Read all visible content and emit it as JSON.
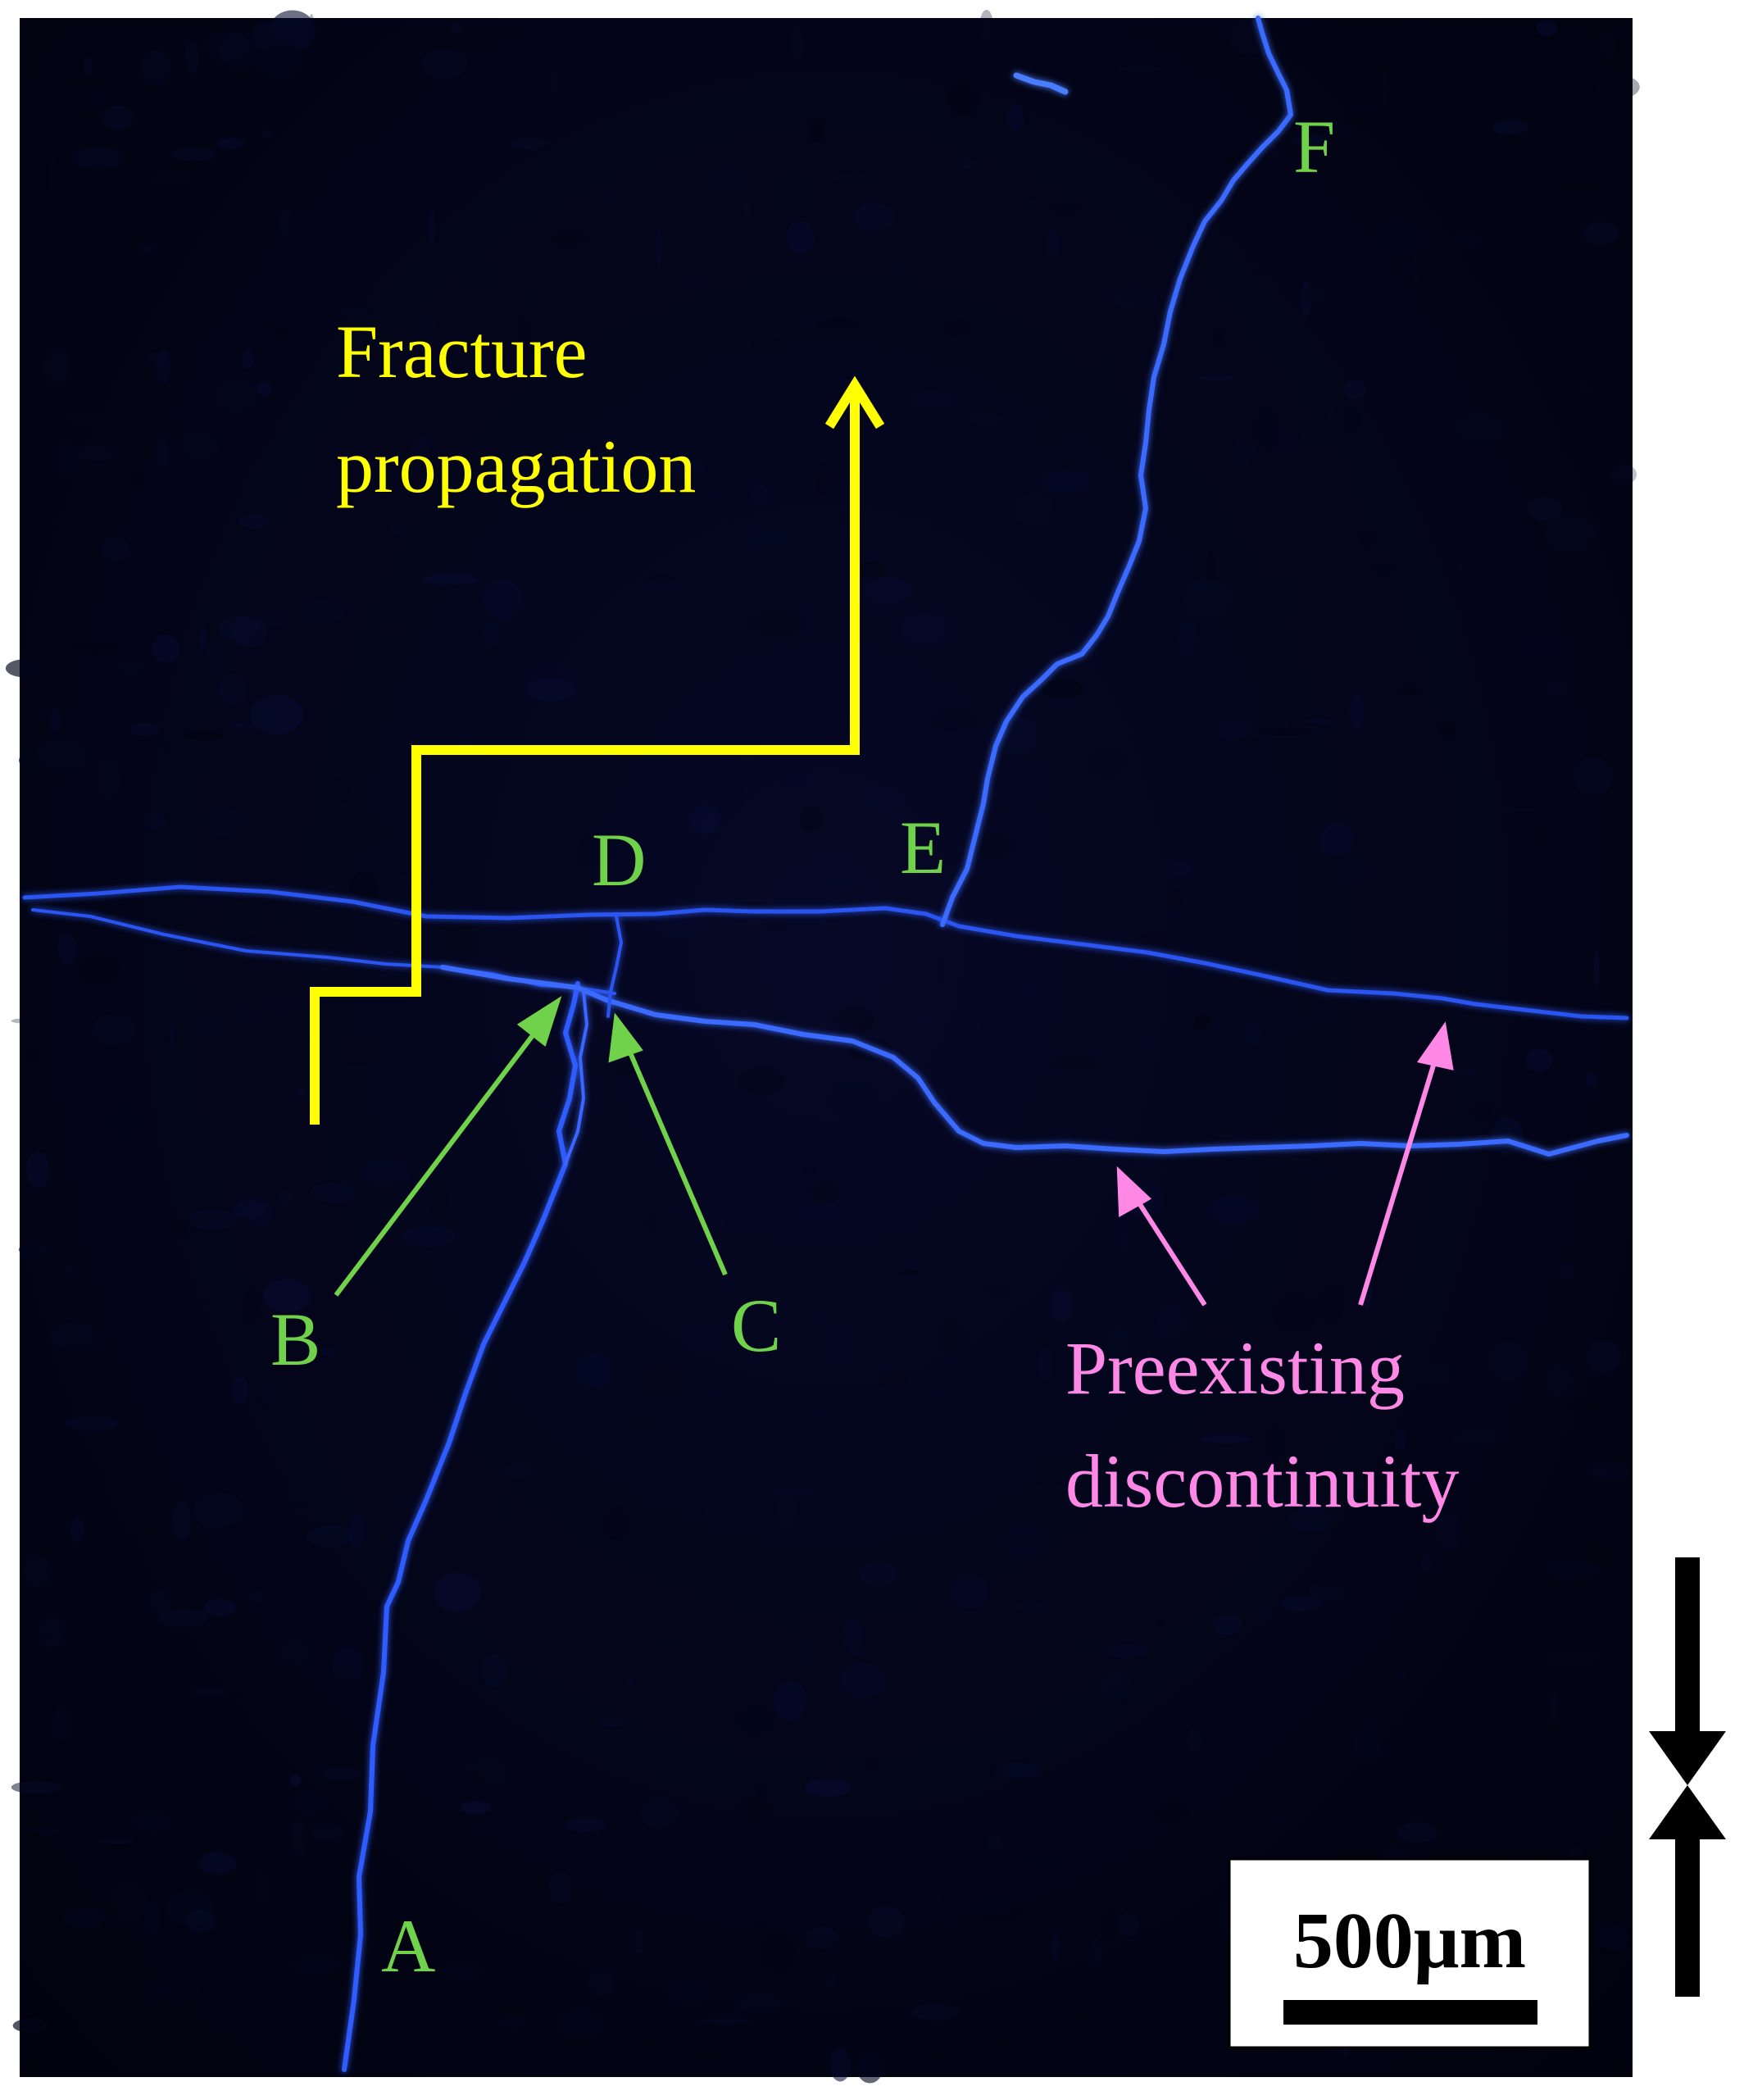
{
  "annotations": {
    "yellow_label_line1": "Fracture",
    "yellow_label_line2": "propagation",
    "pink_label_line1": "Preexisting",
    "pink_label_line2": "discontinuity",
    "point_A": "A",
    "point_B": "B",
    "point_C": "C",
    "point_D": "D",
    "point_E": "E",
    "point_F": "F"
  },
  "scale_bar": {
    "label": "500μm"
  },
  "colors": {
    "background": "#000000",
    "micrograph_tint": "#02031a",
    "crack": "#2f5cff",
    "crack_glow": "#4a7dff",
    "yellow": "#ffff00",
    "green": "#6fd24a",
    "pink": "#ff88e6",
    "frame": "#ffffff",
    "scale_box": "#ffffff",
    "scale_ink": "#000000"
  }
}
